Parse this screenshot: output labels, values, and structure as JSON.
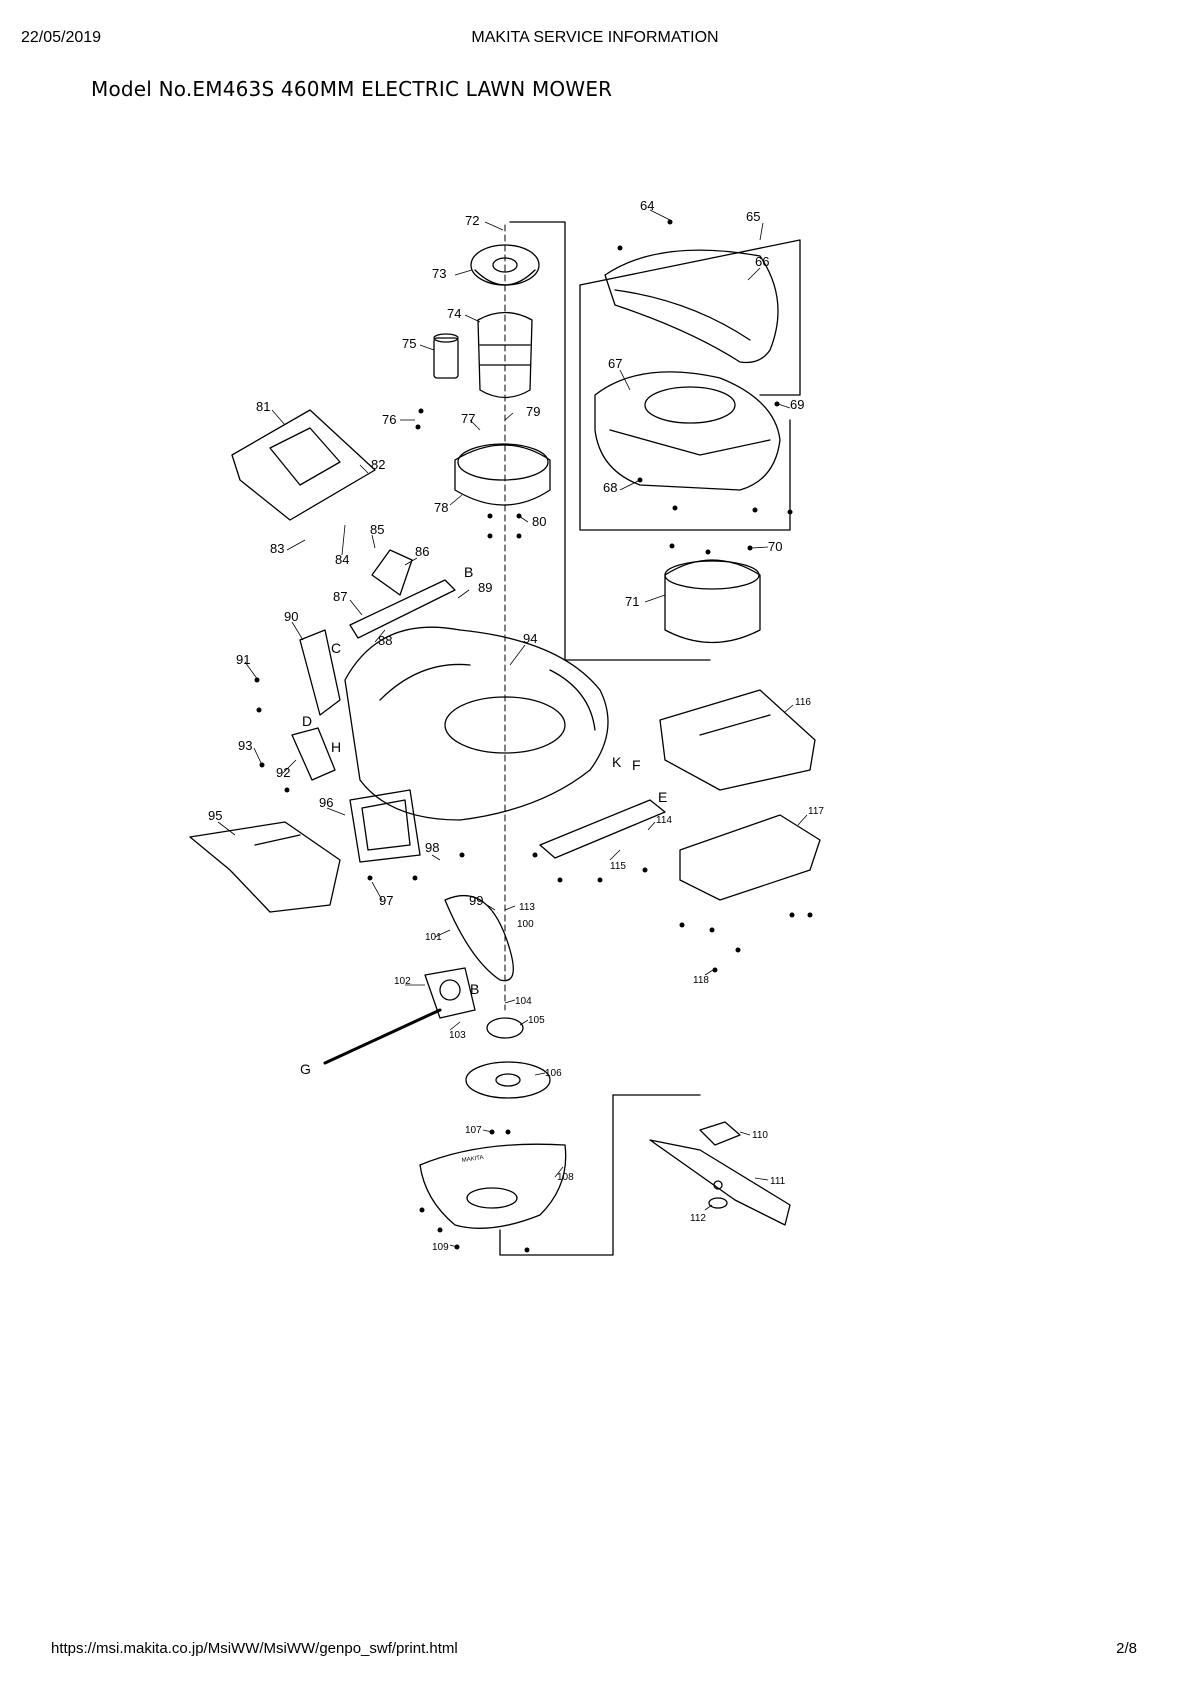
{
  "header": {
    "date": "22/05/2019",
    "title": "MAKITA SERVICE INFORMATION"
  },
  "model_title": "Model No.EM463S 460MM ELECTRIC LAWN MOWER",
  "footer": {
    "url": "https://msi.makita.co.jp/MsiWW/MsiWW/genpo_swf/print.html",
    "page": "2/8"
  },
  "diagram": {
    "labels": [
      "64",
      "65",
      "66",
      "67",
      "68",
      "69",
      "70",
      "71",
      "72",
      "73",
      "74",
      "75",
      "76",
      "77",
      "78",
      "79",
      "80",
      "81",
      "82",
      "83",
      "84",
      "85",
      "86",
      "87",
      "88",
      "89",
      "90",
      "91",
      "92",
      "93",
      "94",
      "95",
      "96",
      "97",
      "98",
      "99",
      "100",
      "101",
      "102",
      "103",
      "104",
      "105",
      "106",
      "107",
      "108",
      "109",
      "110",
      "111",
      "112",
      "113",
      "114",
      "115",
      "116",
      "117",
      "118"
    ],
    "letters": [
      "B",
      "C",
      "D",
      "H",
      "K",
      "F",
      "E",
      "G",
      "B"
    ],
    "stamp": "MAKITA"
  }
}
